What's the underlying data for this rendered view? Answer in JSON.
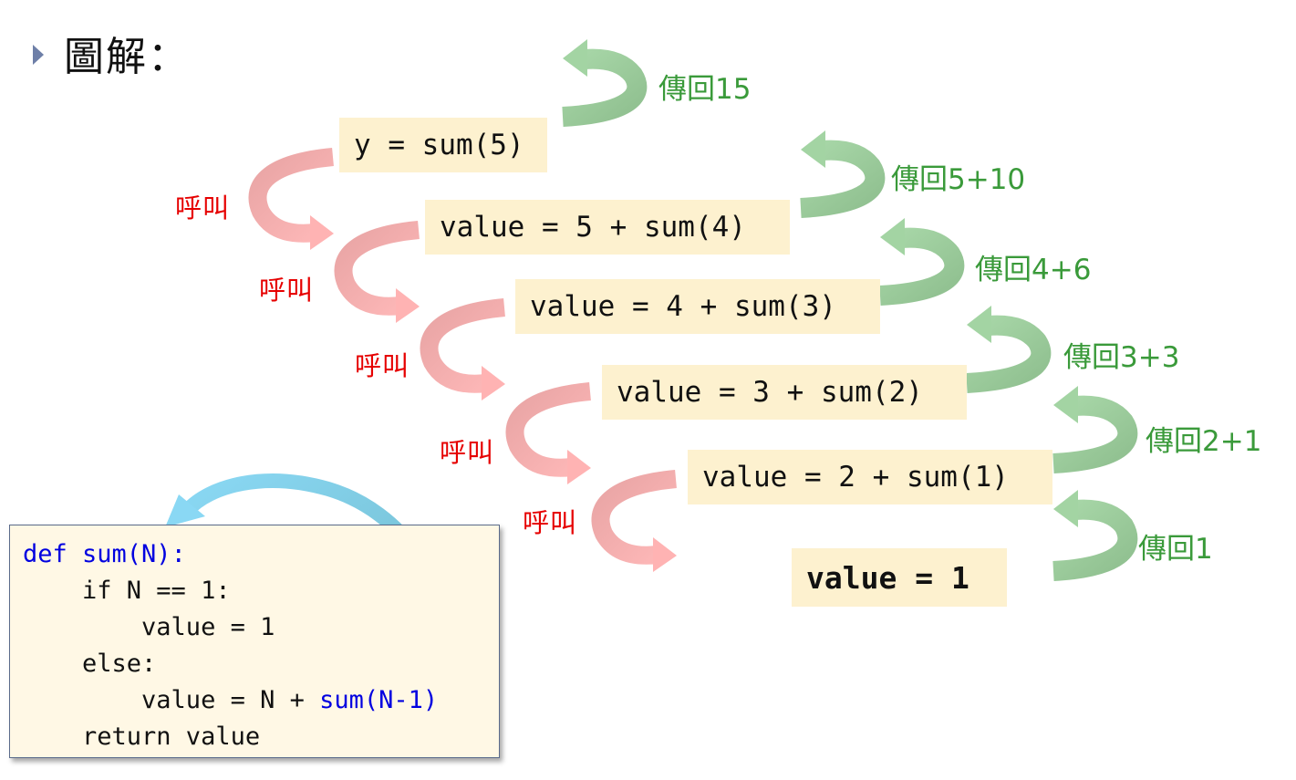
{
  "title": "圖解：",
  "statements": [
    {
      "text": "y = sum(5)"
    },
    {
      "text": "value = 5 + sum(4)"
    },
    {
      "text": "value = 4 + sum(3)"
    },
    {
      "text": "value = 3 + sum(2)"
    },
    {
      "text": "value = 2 + sum(1)"
    },
    {
      "text": "value = 1"
    }
  ],
  "call_label": "呼叫",
  "returns": [
    "傳回15",
    "傳回5+10",
    "傳回4+6",
    "傳回3+3",
    "傳回2+1",
    "傳回1"
  ],
  "code": {
    "def_kw": "def ",
    "def_sig": "sum(N):",
    "line2": "    if N == 1:",
    "line3": "        value = 1",
    "line4": "    else:",
    "line5_a": "        value = N + ",
    "line5_b": "sum(N-1)",
    "line6": "    return value"
  },
  "colors": {
    "call_arrow": "#f2a8a8",
    "return_arrow": "#9fcf9f",
    "recursion_arrow": "#7fcfea",
    "box_fill": "#fdf1cf"
  }
}
